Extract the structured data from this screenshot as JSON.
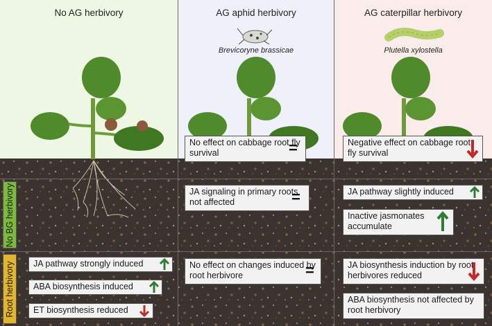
{
  "columns": [
    {
      "title": "No AG herbivory"
    },
    {
      "title": "AG aphid herbivory",
      "species": "Brevicoryne brassicae"
    },
    {
      "title": "AG caterpillar herbivory",
      "species": "Plutella xylostella"
    }
  ],
  "rows": [
    {
      "label": "No BG herbivory",
      "color": "#7db93a"
    },
    {
      "label": "Root herbivory",
      "color": "#e3b52a"
    }
  ],
  "cells": {
    "aphid_top": {
      "text": "No effect on cabbage root fly survival",
      "symbol": "="
    },
    "caterpillar_top": {
      "text": "Negative effect on cabbage root fly survival",
      "symbol": "arrow-down-red"
    },
    "aphid_nobg": {
      "text": "JA signaling in primary roots not affected",
      "symbol": "="
    },
    "caterpillar_nobg_1": {
      "text": "JA pathway slightly induced",
      "symbol": "arrow-up-green"
    },
    "caterpillar_nobg_2": {
      "text": "Inactive jasmonates accumulate",
      "symbol": "arrow-up-green"
    },
    "none_root_1": {
      "text": "JA pathway strongly induced",
      "symbol": "arrow-up-green"
    },
    "none_root_2": {
      "text": "ABA biosynthesis induced",
      "symbol": "arrow-up-green"
    },
    "none_root_3": {
      "text": "ET biosynthesis reduced",
      "symbol": "arrow-down-red"
    },
    "aphid_root": {
      "text": "No effect on changes induced by root herbivore",
      "symbol": "="
    },
    "caterpillar_root_1": {
      "text": "JA biosynthesis induction by root herbivores reduced",
      "symbol": "arrow-down-red"
    },
    "caterpillar_root_2": {
      "text": "ABA biosynthesis not affected by root herbivory",
      "symbol": ""
    }
  },
  "colors": {
    "up": "#2e7d32",
    "down": "#c62828",
    "soil": "#3a3330",
    "leaf": "#4f8a2b"
  }
}
